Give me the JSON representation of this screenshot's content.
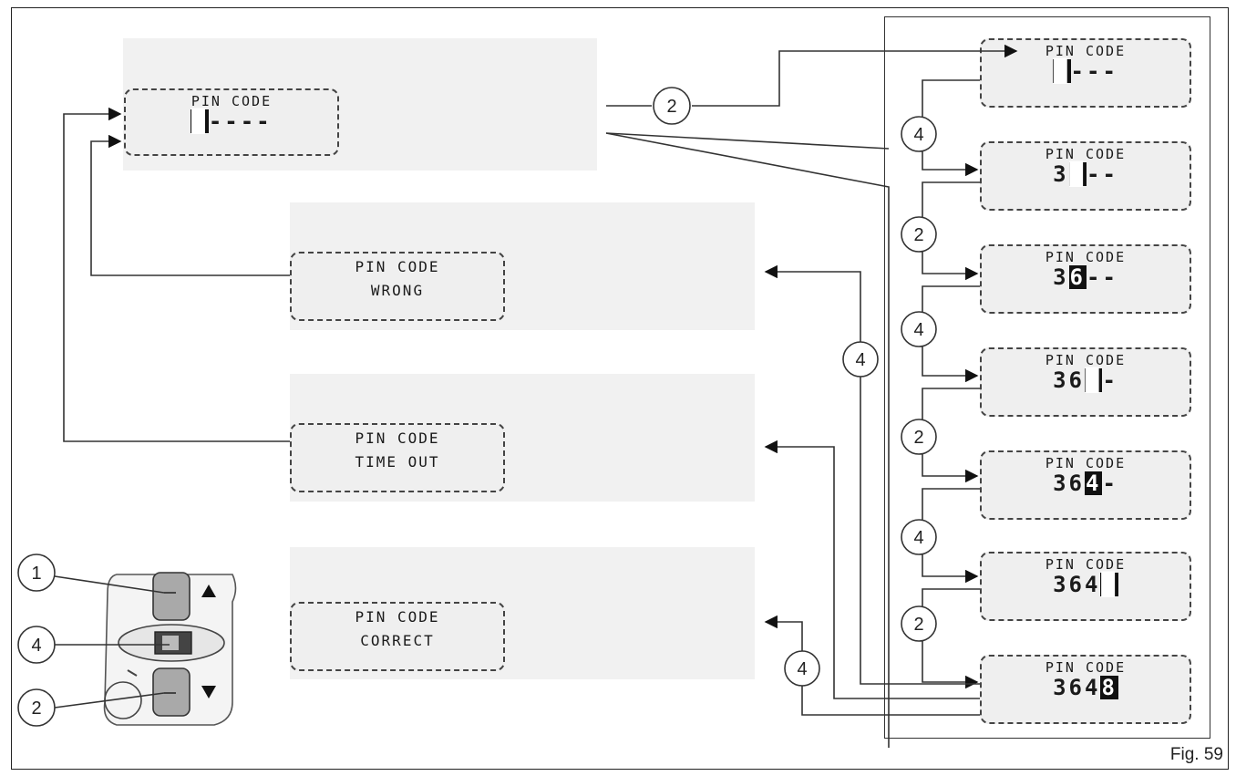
{
  "figure_label": "Fig. 59",
  "main_display": {
    "line1": "PIN CODE",
    "line2": "----",
    "cursor": "█"
  },
  "wrong_display": {
    "line1": "PIN CODE",
    "line2": "WRONG"
  },
  "timeout_display": {
    "line1": "PIN CODE",
    "line2": "TIME OUT"
  },
  "correct_display": {
    "line1": "PIN CODE",
    "line2": "CORRECT"
  },
  "steps": [
    {
      "title": "PIN CODE",
      "entered": "",
      "cursor": "█",
      "rest": "---"
    },
    {
      "title": "PIN CODE",
      "entered": "3",
      "cursor": "█",
      "rest": "--"
    },
    {
      "title": "PIN CODE",
      "entered": "3",
      "cursor": "6",
      "rest": "--"
    },
    {
      "title": "PIN CODE",
      "entered": "36",
      "cursor": "█",
      "rest": "-"
    },
    {
      "title": "PIN CODE",
      "entered": "36",
      "cursor": "4",
      "rest": "-"
    },
    {
      "title": "PIN CODE",
      "entered": "364",
      "cursor": "█",
      "rest": ""
    },
    {
      "title": "PIN CODE",
      "entered": "364",
      "cursor": "8",
      "rest": ""
    }
  ],
  "callouts": {
    "top_link": "2",
    "chain": [
      "4",
      "2",
      "4",
      "2",
      "4",
      "2"
    ],
    "wrong_link": "4",
    "correct_link": "4",
    "buttons": [
      "1",
      "4",
      "2"
    ]
  },
  "icons": [
    "arrow-up-icon",
    "arrow-down-icon",
    "arrowhead-icon"
  ]
}
